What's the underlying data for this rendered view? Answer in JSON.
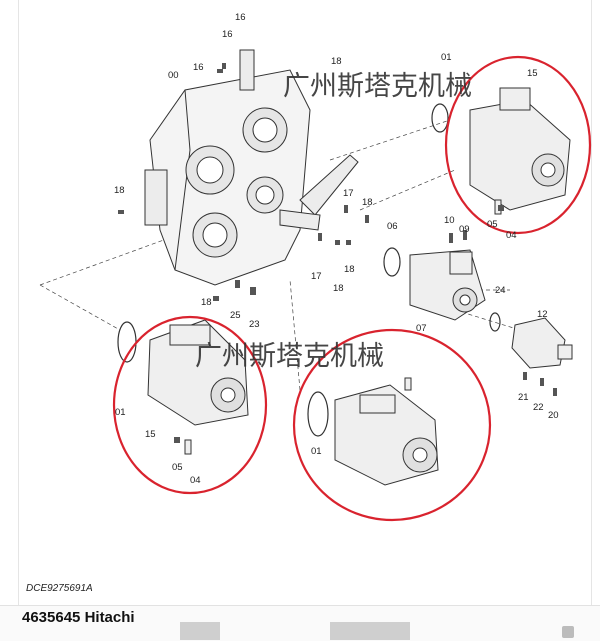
{
  "diagram_code": "DCE9275691A",
  "caption": "4635645 Hitachi",
  "watermark_text": "广州斯塔克机械",
  "part_labels": [
    "16",
    "16",
    "16",
    "00",
    "18",
    "01",
    "15",
    "18",
    "17",
    "18",
    "06",
    "10",
    "09",
    "05",
    "04",
    "17",
    "18",
    "18",
    "24",
    "12",
    "25",
    "23",
    "07",
    "21",
    "22",
    "20",
    "01",
    "15",
    "05",
    "04",
    "01"
  ],
  "colors": {
    "highlight_circle": "#d9232e",
    "line": "#333333"
  },
  "icons": [
    "more-icon"
  ]
}
